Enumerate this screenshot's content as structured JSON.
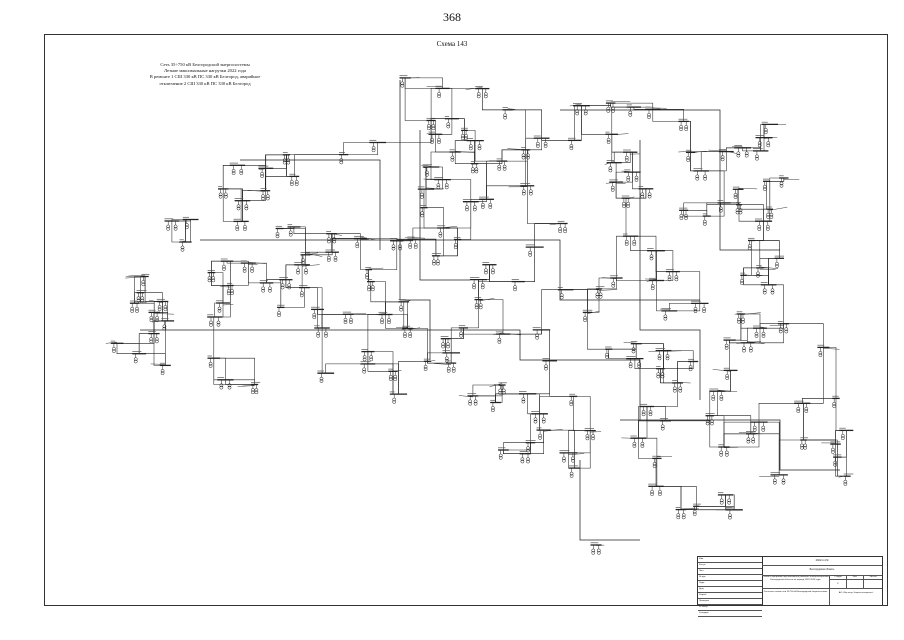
{
  "page": {
    "number": "368"
  },
  "scheme": {
    "title": "Схема 143",
    "caption": [
      "Сеть 35÷750 кВ Белгородской энергосистемы",
      "Летние максимальные нагрузки 2022 года",
      "В ремонте 1 СШ 330 кВ ПС 330 кВ Белгород, аварийное",
      "отключение 2 СШ 330 кВ ПС 330 кВ Белгород"
    ]
  },
  "title_block": {
    "rows": [
      "Изм.",
      "Кол.уч",
      "Лист",
      "№ док",
      "Подп.",
      "Дата",
      "Разраб.",
      "Проверил",
      "Н. контр.",
      "Утвердил"
    ],
    "code": "2022-1-СЭ",
    "object": "Белгородская область",
    "project": "Схема и программа перспективного развития электроэнергетики Белгородской области на период 2022-2026 годы",
    "stage_header": "Стадия",
    "stage_value": "Р",
    "sheet_header": "Лист",
    "sheet_value": "",
    "sheets_header": "Листов",
    "sheets_value": "",
    "sheet_title": "Расчетная схема сети 35-750 кВ Белгородской энергосистемы",
    "organization": "АО «Институт Энергосетьпроект»"
  },
  "colors": {
    "ink": "#222222",
    "frame": "#333333",
    "paper": "#ffffff"
  }
}
